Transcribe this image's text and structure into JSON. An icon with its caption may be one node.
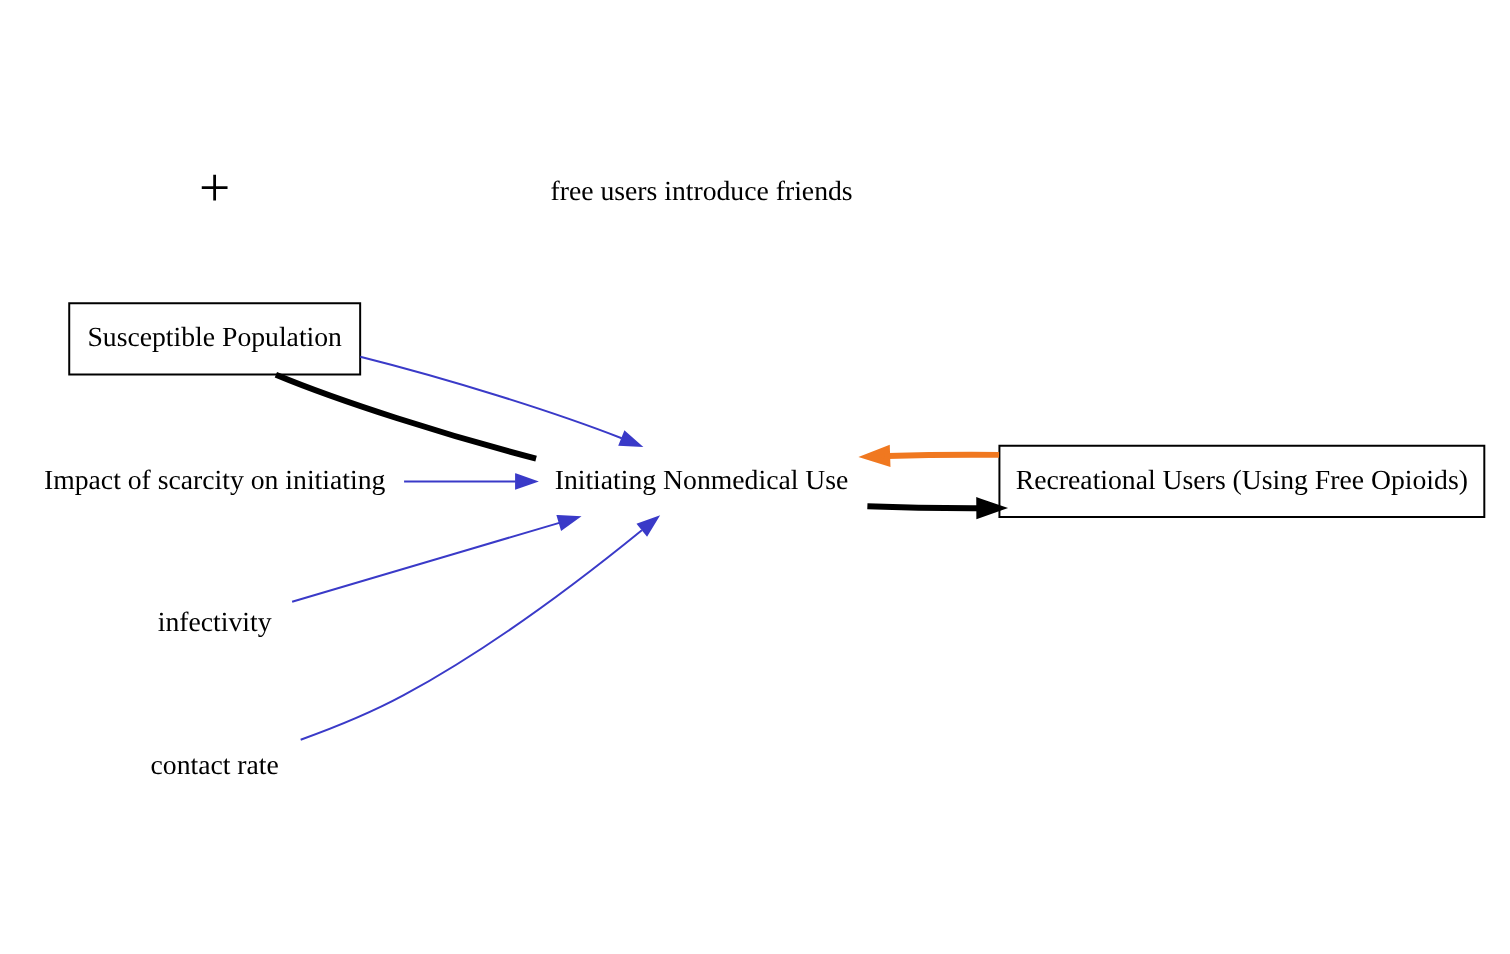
{
  "diagram": {
    "nodes": [
      {
        "text": [
          "Susceptible Population"
        ]
      },
      {
        "text": [
          "Recreational Users (Using Free Opioids)"
        ]
      },
      {
        "text": [
          "Initiating Nonmedical Use"
        ]
      },
      {
        "text": [
          "Impact of scarcity on initiating"
        ]
      },
      {
        "text": [
          "infectivity"
        ]
      },
      {
        "text": [
          "contact rate"
        ]
      },
      {
        "text": [
          "free users introduce friends"
        ]
      }
    ],
    "edges": [
      {
        "from": 0,
        "to": 2,
        "arrow": "none",
        "style": "thick",
        "color": "#000000"
      },
      {
        "from": 2,
        "to": 1,
        "arrow": "to",
        "style": "thick",
        "color": "#000000"
      },
      {
        "from": 3,
        "to": 2,
        "arrow": "to"
      },
      {
        "from": 0,
        "to": 2,
        "arrow": "to"
      },
      {
        "from": 4,
        "to": 2,
        "arrow": "to"
      },
      {
        "from": 5,
        "to": 2,
        "arrow": "to"
      },
      {
        "from": 1,
        "to": 2,
        "arrow": "to",
        "style": "thick",
        "color": "#f07820"
      }
    ],
    "labels": [
      "+"
    ]
  }
}
